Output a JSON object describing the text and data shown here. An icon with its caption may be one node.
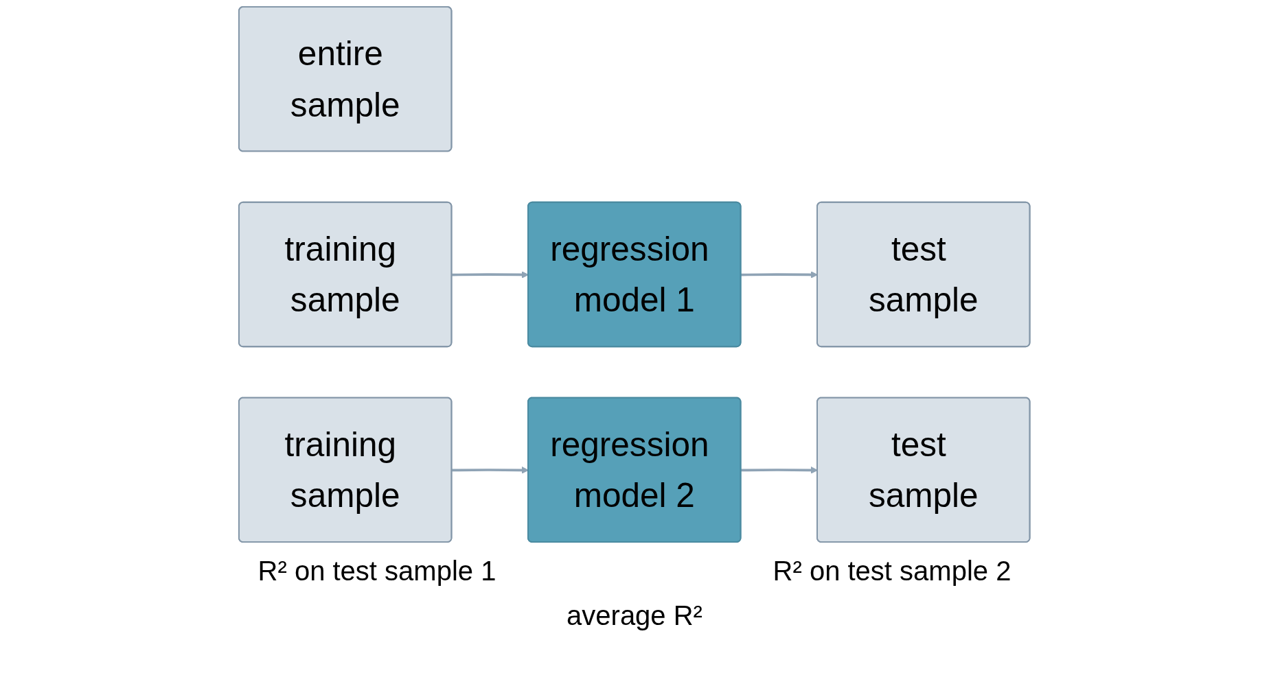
{
  "diagram": {
    "nodes": [
      {
        "text": [
          "entire sample"
        ]
      },
      {
        "text": [
          "training sample"
        ]
      },
      {
        "text": [
          "test sample"
        ]
      },
      {
        "text": [
          "regression model 1"
        ]
      },
      {
        "text": [
          "regression model 2"
        ]
      },
      {
        "text": [
          "test sample"
        ]
      },
      {
        "text": [
          "training sample"
        ]
      }
    ],
    "edges": [
      {
        "from": 1,
        "to": 3,
        "arrow": "to"
      },
      {
        "from": 3,
        "to": 2,
        "arrow": "to"
      },
      {
        "from": 4,
        "to": 5,
        "arrow": "to"
      },
      {
        "from": 6,
        "to": 4,
        "arrow": "to"
      }
    ],
    "labels": [
      "R² on test sample 1",
      "R² on test sample 2",
      "average R²"
    ]
  }
}
